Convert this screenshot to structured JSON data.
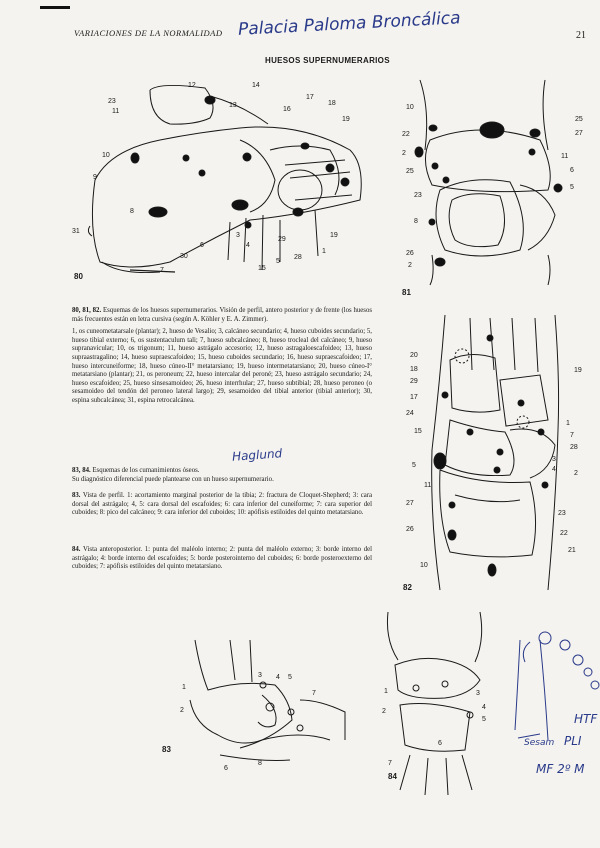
{
  "running_head": "VARIACIONES DE LA NORMALIDAD",
  "page_number": "21",
  "handwritten_name": "Palacia Paloma Broncálica",
  "section_title": "HUESOS SUPERNUMERARIOS",
  "figures": {
    "fig80": "80",
    "fig81": "81",
    "fig82": "82",
    "fig83": "83",
    "fig84": "84"
  },
  "fig80_labels": [
    "12",
    "23",
    "11",
    "13",
    "14",
    "16",
    "17",
    "18",
    "19",
    "10",
    "9",
    "8",
    "31",
    "7",
    "30",
    "6",
    "3",
    "4",
    "15",
    "5",
    "29",
    "28",
    "1",
    "19"
  ],
  "fig81_labels": [
    "10",
    "22",
    "2",
    "25",
    "23",
    "8",
    "26",
    "2",
    "25",
    "27",
    "11",
    "6",
    "5"
  ],
  "fig82_labels": [
    "20",
    "18",
    "29",
    "17",
    "24",
    "15",
    "5",
    "11",
    "27",
    "26",
    "10",
    "19",
    "1",
    "7",
    "28",
    "3",
    "4",
    "23",
    "22",
    "21",
    "2"
  ],
  "fig83_labels": [
    "1",
    "2",
    "3",
    "4",
    "5",
    "6",
    "7",
    "8"
  ],
  "fig84_labels": [
    "1",
    "2",
    "3",
    "4",
    "5",
    "6",
    "7"
  ],
  "caption_1": {
    "heading": "80, 81, 82.",
    "intro": "Esquemas de los huesos supernumerarios. Visión de perfil, antero posterior y de frente (los huesos más frecuentes están en letra cursiva (según A. Köhler y E. A. Zimmer).",
    "body": "1, os cuneometatarsale (plantar); 2, hueso de Vesalio; 3, calcáneo secundario; 4, hueso cuboides secundario; 5, hueso tibial externo; 6, os sustentaculum tali; 7, hueso subcalcáneo; 8, hueso trocleal del calcáneo; 9, hueso supranavicular; 10, os trigonum; 11, hueso astrágalo accesorio; 12, hueso astragaloescafoideo; 13, hueso supraastragalino; 14, hueso supraescafoideo; 15, hueso cuboides secundario; 16, hueso supraescafoideo; 17, hueso intercuneiforme; 18, hueso cúneo-II° metatarsiano; 19, hueso intermetatarsiano; 20, hueso cúneo-I° metatarsiano (plantar); 21, os peroneum; 22, hueso intercalar del peroné; 23, hueso astrágalo secundario; 24, hueso escafoideo; 25, hueso sinsesamoideo; 26, hueso interrhular; 27, hueso subtibial; 28, hueso peroneo (o sesamoideo del tendón del peroneo lateral largo); 29, sesamoideo del tibial anterior (tibial anterior); 30, espina subcalcánea; 31, espina retrocalcánea."
  },
  "handwritten_note": "Haglund",
  "caption_2": {
    "heading": "83, 84.",
    "intro": "Esquemas de los cumanimientos óseos.",
    "body": "Su diagnóstico diferencial puede plantearse con un hueso supernumerario."
  },
  "caption_3": {
    "heading": "83.",
    "intro": "Vista de perfil.",
    "body": "1: acortamiento marginal posterior de la tibia; 2: fractura de Cloquet-Shepherd; 3: cara dorsal del astrágalo; 4, 5: cara dorsal del escafoides; 6: cara inferior del cuneiforme; 7: cara superior del cuboides; 8: pico del calcáneo; 9: cara inferior del cuboides; 10: apófisis estiloides del quinto metatarsiano."
  },
  "caption_4": {
    "heading": "84.",
    "intro": "Vista anteroposterior.",
    "body": "1: punta del maléolo interno; 2: punta del maléolo externo; 3: borde interno del astrágalo; 4: borde interno del escafoides; 5: borde posterointerno del cuboides; 6: borde posteroexterno del cuboides; 7: apófisis estiloides del quinto metatarsiano."
  },
  "handwritten_footer": {
    "line1": "HTF",
    "line2": "PLI",
    "line3": "MF 2º M",
    "line4": "Sesam"
  }
}
